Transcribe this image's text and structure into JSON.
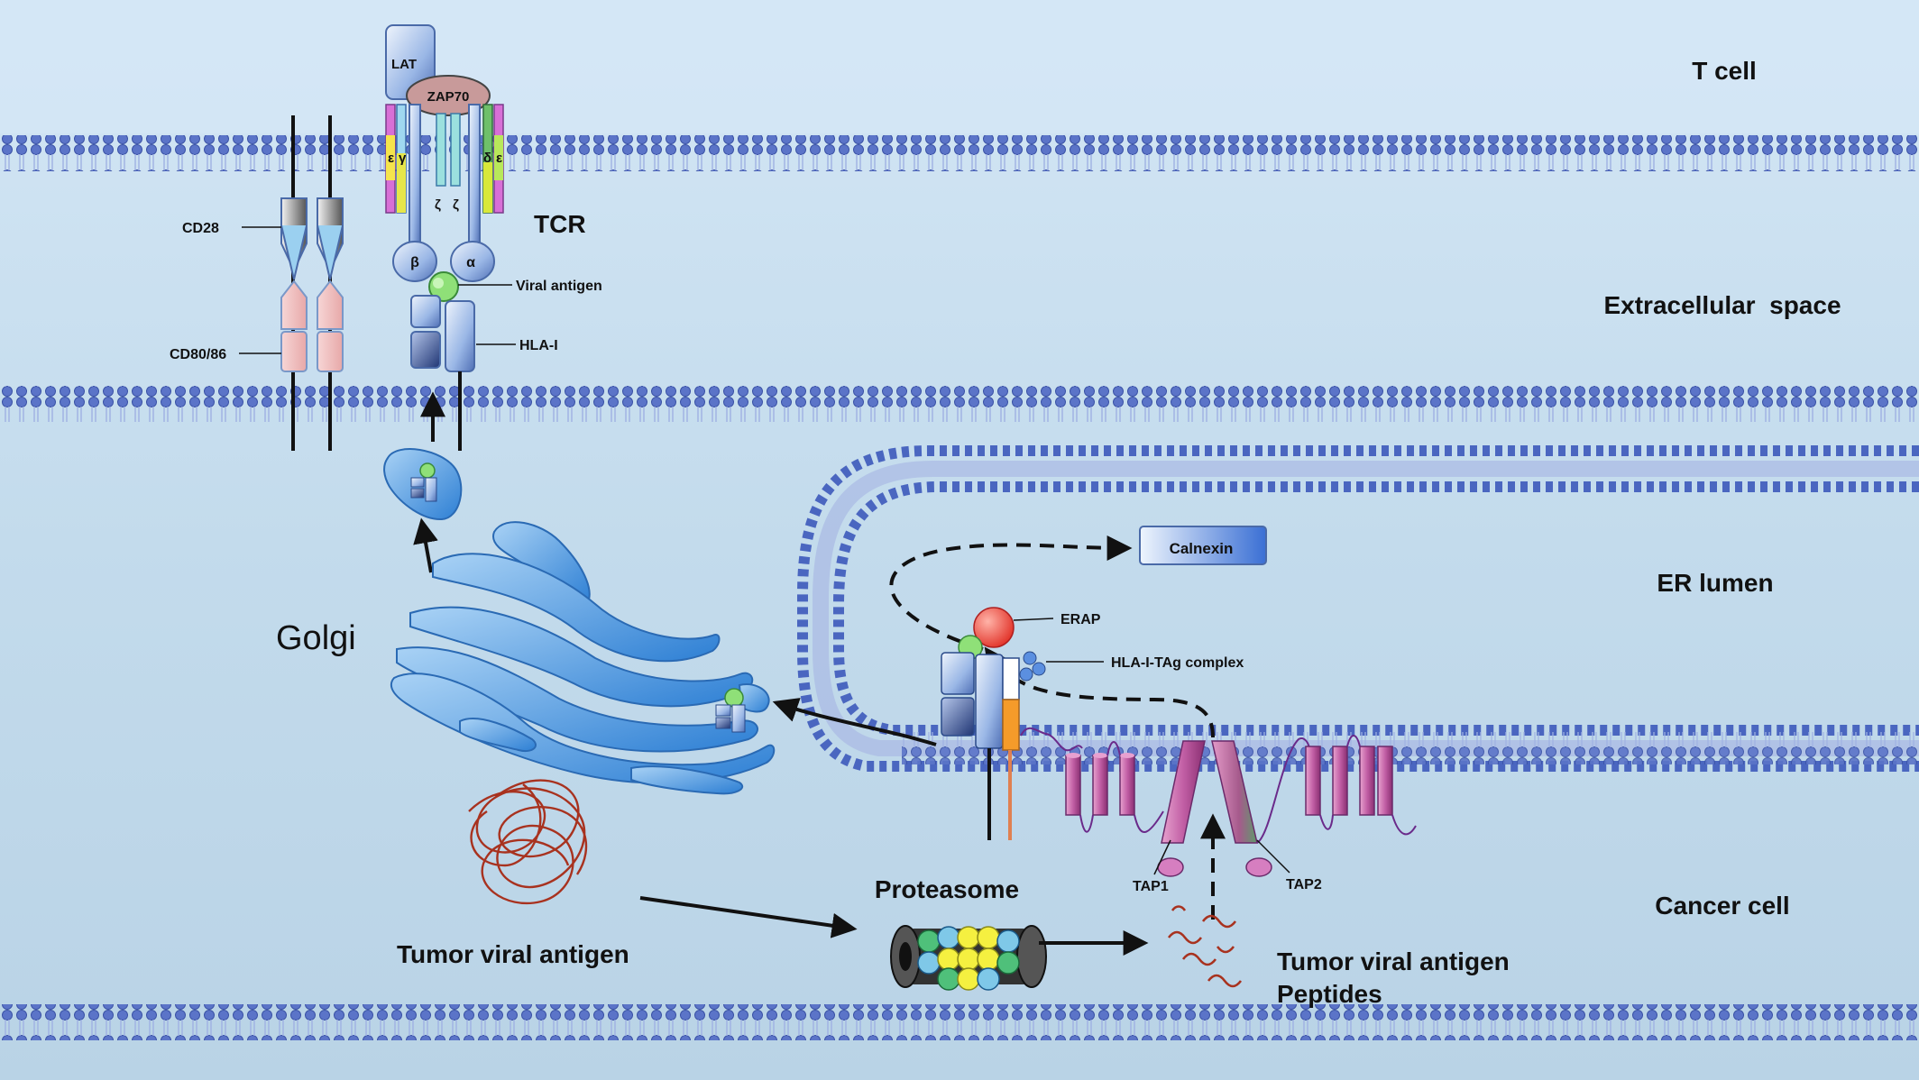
{
  "regions": {
    "t_cell": "T cell",
    "extracellular": "Extracellular  space",
    "er_lumen": "ER lumen",
    "cancer_cell": "Cancer cell"
  },
  "tcr": {
    "title": "TCR",
    "lat": "LAT",
    "zap70": "ZAP70",
    "epsilon": "ε",
    "gamma": "γ",
    "delta": "δ",
    "zeta": "ζ",
    "beta": "β",
    "alpha": "α"
  },
  "labels": {
    "cd28": "CD28",
    "cd80_86": "CD80/86",
    "viral_antigen": "Viral antigen",
    "hla_i": "HLA-I",
    "golgi": "Golgi",
    "calnexin": "Calnexin",
    "erap": "ERAP",
    "hla_tag_complex": "HLA-I-TAg complex",
    "tap1": "TAP1",
    "tap2": "TAP2",
    "proteasome": "Proteasome",
    "tumor_viral_antigen": "Tumor viral antigen",
    "peptides_line1": "Tumor viral antigen",
    "peptides_line2": "Peptides"
  },
  "colors": {
    "background_top": "#cfe3f3",
    "background_mid": "#c4dbeb",
    "membrane_head": "#4a66c0",
    "golgi_blue": "#2f7fcf",
    "tap_pink": "#c46aa8",
    "erap_red": "#e8463a",
    "antigen_green": "#7fd36a",
    "cd80_pink": "#f2c4c4",
    "zap70": "#c79a98",
    "tumor_strand": "#a8321f"
  }
}
